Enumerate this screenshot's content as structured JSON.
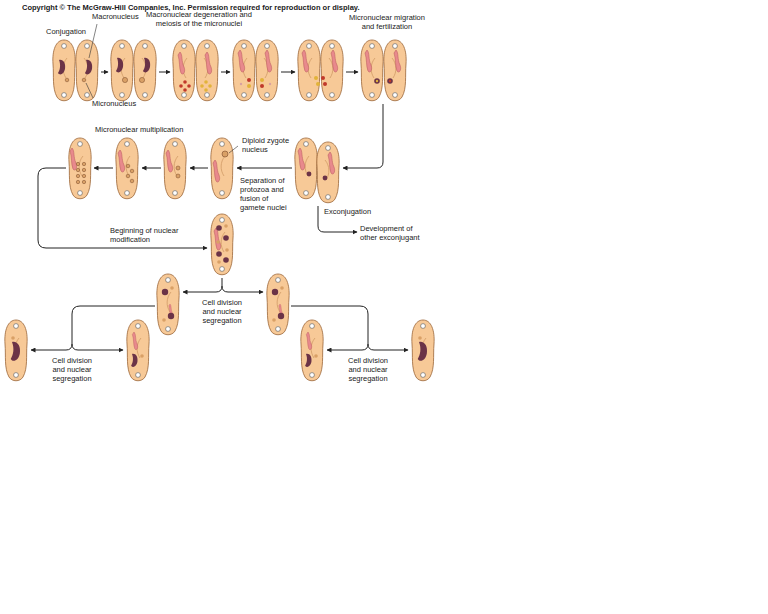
{
  "diagram": {
    "labels": [
      "Copyright © The McGraw-Hill Companies, Inc. Permission required for reproduction or display.",
      "Conjugation",
      "Macronucleus",
      "Micronucleus",
      "Macronuclear degeneration and meiosis of the micronuclei",
      "Micronuclear migration and fertilization",
      "Micronuclear multiplication",
      "Diploid zygote nucleus",
      "Separation of protozoa and fusion of gamete nuclei",
      "Exconjugation",
      "Development of other exconjugant",
      "Beginning of nuclear modification",
      "Cell division and nuclear segregation",
      "Cell division and nuclear segregation",
      "Cell division and nuclear segregation"
    ]
  }
}
